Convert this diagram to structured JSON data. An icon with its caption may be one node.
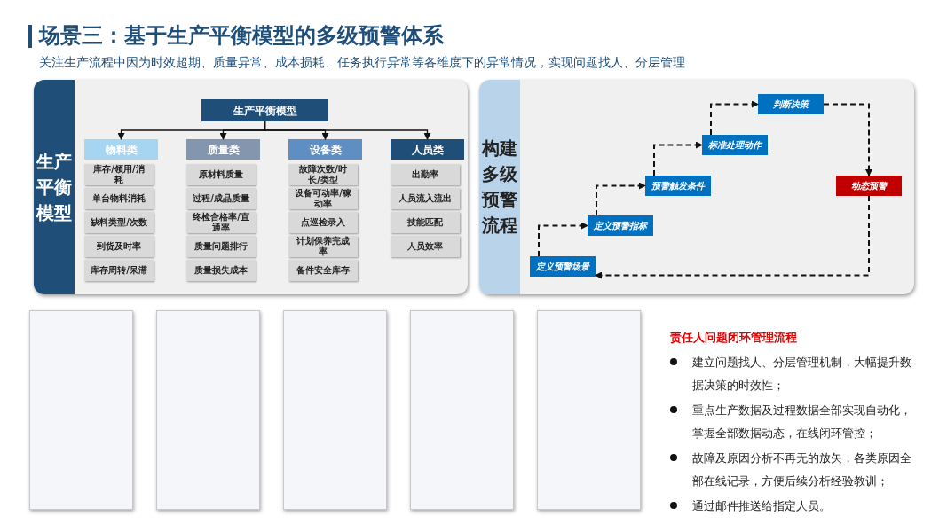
{
  "diagram": {
    "title": "场景三：基于生产平衡模型的多级预警体系",
    "nodes": [
      {
        "text": [
          "生产平衡模型"
        ]
      },
      {
        "text": [
          "生产平衡模型"
        ],
        "in": 0
      },
      {
        "text": [
          "物料类"
        ],
        "in": 0
      },
      {
        "text": [
          "质量类"
        ],
        "in": 0
      },
      {
        "text": [
          "设备类"
        ],
        "in": 0
      },
      {
        "text": [
          "人员类"
        ],
        "in": 0
      },
      {
        "text": [
          "库存/领用/消耗"
        ],
        "in": 0
      },
      {
        "text": [
          "单台物料消耗"
        ],
        "in": 0
      },
      {
        "text": [
          "缺料类型/次数"
        ],
        "in": 0
      },
      {
        "text": [
          "到货及时率"
        ],
        "in": 0
      },
      {
        "text": [
          "库存周转/呆滞"
        ],
        "in": 0
      },
      {
        "text": [
          "原材料质量"
        ],
        "in": 0
      },
      {
        "text": [
          "过程/成品质量"
        ],
        "in": 0
      },
      {
        "text": [
          "终检合格率/直通率"
        ],
        "in": 0
      },
      {
        "text": [
          "质量问题排行"
        ],
        "in": 0
      },
      {
        "text": [
          "质量损失成本"
        ],
        "in": 0
      },
      {
        "text": [
          "故障次数/时长/类型"
        ],
        "in": 0
      },
      {
        "text": [
          "设备可动率/稼动率"
        ],
        "in": 0
      },
      {
        "text": [
          "点巡检录入"
        ],
        "in": 0
      },
      {
        "text": [
          "计划保养完成率"
        ],
        "in": 0
      },
      {
        "text": [
          "备件安全库存"
        ],
        "in": 0
      },
      {
        "text": [
          "出勤率"
        ],
        "in": 0
      },
      {
        "text": [
          "人员流入流出"
        ],
        "in": 0
      },
      {
        "text": [
          "技能匹配"
        ],
        "in": 0
      },
      {
        "text": [
          "人员效率"
        ],
        "in": 0
      },
      {
        "text": [
          "构建多级预警流程"
        ]
      },
      {
        "text": [
          "定义预警场景"
        ],
        "in": 25
      },
      {
        "text": [
          "定义预警指标"
        ],
        "in": 25
      },
      {
        "text": [
          "预警触发条件"
        ],
        "in": 25
      },
      {
        "text": [
          "标准处理动作"
        ],
        "in": 25
      },
      {
        "text": [
          "判断决策"
        ],
        "in": 25
      },
      {
        "text": [
          "动态预警"
        ],
        "in": 25
      }
    ],
    "edges": [
      {
        "from": 1,
        "to": 2,
        "arrow": "to"
      },
      {
        "from": 1,
        "to": 3,
        "arrow": "to"
      },
      {
        "from": 1,
        "to": 4,
        "arrow": "to"
      },
      {
        "from": 1,
        "to": 5,
        "arrow": "to"
      },
      {
        "from": 26,
        "to": 27,
        "arrow": "to",
        "style": "dashed"
      },
      {
        "from": 27,
        "to": 28,
        "arrow": "to",
        "style": "dashed"
      },
      {
        "from": 28,
        "to": 29,
        "arrow": "to",
        "style": "dashed"
      },
      {
        "from": 29,
        "to": 30,
        "arrow": "to",
        "style": "dashed"
      },
      {
        "from": 30,
        "to": 31,
        "arrow": "to",
        "style": "dashed"
      },
      {
        "from": 31,
        "to": 26,
        "arrow": "to",
        "style": "dashed"
      }
    ],
    "labels": [
      "关注生产流程中因为时效超期、质量异常、成本损耗、任务执行异常等各维度下的异常情况，实现问题找人、分层管理",
      "责任人问题闭环管理流程",
      "建立问题找人、分层管理机制，大幅提升数据决策的时效性；",
      "重点生产数据及过程数据全部实现自动化，掌握全部数据动态，在线闭环管控；",
      "故障及原因分析不再无的放矢，各类原因全部在线记录，方便后续分析经验教训；",
      "通过邮件推送给指定人员。"
    ]
  }
}
